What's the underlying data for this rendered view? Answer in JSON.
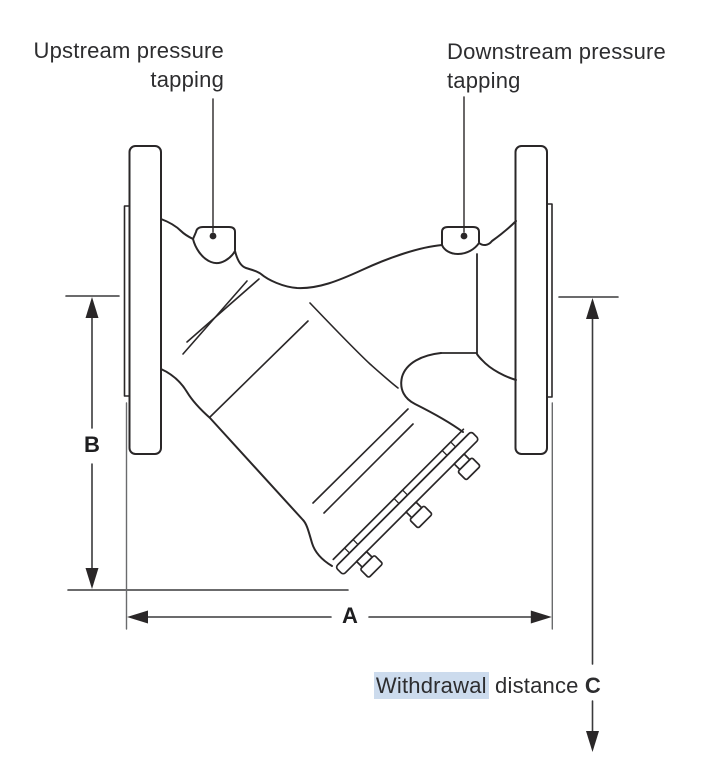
{
  "figure": {
    "kind": "y-strainer-dimensional-drawing"
  },
  "labels": {
    "upstream": {
      "line1": "Upstream pressure",
      "line2": "tapping"
    },
    "downstream": {
      "line1": "Downstream pressure",
      "line2": "tapping"
    },
    "dim_b": "B",
    "dim_a": "A",
    "withdrawal": {
      "highlighted": "Withdrawal",
      "rest": " distance ",
      "dim": "C"
    }
  },
  "colors": {
    "line": "#2a2728",
    "dimension": "#3a3a3c",
    "extension": "#6a6b6d",
    "highlight": "#ccdbed",
    "text": "#2d2d2f",
    "background": "#ffffff"
  }
}
